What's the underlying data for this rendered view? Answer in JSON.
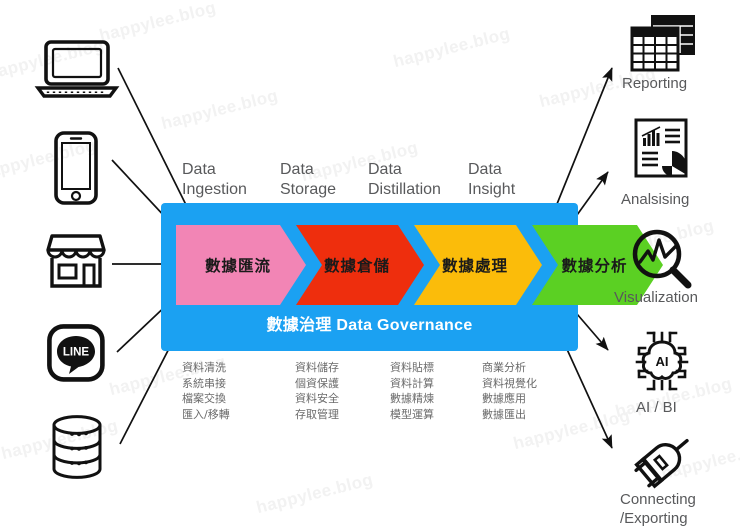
{
  "watermark": {
    "text": "happylee.blog",
    "color": "#f2f2f2"
  },
  "palette": {
    "container_blue": "#1ba1f2",
    "stage1_pink": "#f285b5",
    "stage2_red": "#ee2e0d",
    "stage3_yellow": "#fbbc0a",
    "stage4_green": "#5bd023",
    "label_gray": "#58595b",
    "detail_gray": "#6b6b6b",
    "icon_black": "#111111",
    "governance_text": "#ffffff"
  },
  "sources": [
    {
      "name": "laptop-icon",
      "label": "laptop"
    },
    {
      "name": "smartphone-icon",
      "label": "smartphone"
    },
    {
      "name": "store-icon",
      "label": "store"
    },
    {
      "name": "line-app-icon",
      "label": "LINE"
    },
    {
      "name": "database-icon",
      "label": "database"
    }
  ],
  "stage_labels": [
    {
      "text": "Data\nIngestion"
    },
    {
      "text": "Data\nStorage"
    },
    {
      "text": "Data\nDistillation"
    },
    {
      "text": "Data\nInsight"
    }
  ],
  "pipeline": {
    "stages": [
      {
        "title": "數據匯流",
        "color": "#f285b5"
      },
      {
        "title": "數據倉儲",
        "color": "#ee2e0d"
      },
      {
        "title": "數據處理",
        "color": "#fbbc0a"
      },
      {
        "title": "數據分析",
        "color": "#5bd023"
      }
    ],
    "governance_cn": "數據治理",
    "governance_en": "Data Governance"
  },
  "details": [
    {
      "items": [
        "資料清洗",
        "系統串接",
        "檔案交換",
        "匯入/移轉"
      ]
    },
    {
      "items": [
        "資料儲存",
        "個資保護",
        "資料安全",
        "存取管理"
      ]
    },
    {
      "items": [
        "資料貼標",
        "資料計算",
        "數據精煉",
        "模型運算"
      ]
    },
    {
      "items": [
        "商業分析",
        "資料視覺化",
        "數據應用",
        "數據匯出"
      ]
    }
  ],
  "outputs": [
    {
      "label": "Reporting",
      "icon": "table-report-icon"
    },
    {
      "label": "Analsising",
      "icon": "document-chart-icon"
    },
    {
      "label": "Visualization",
      "icon": "magnifier-chart-icon"
    },
    {
      "label": "AI / BI",
      "icon": "ai-brain-chip-icon"
    },
    {
      "label": "Connecting\n/Exporting",
      "icon": "plug-connector-icon"
    }
  ]
}
